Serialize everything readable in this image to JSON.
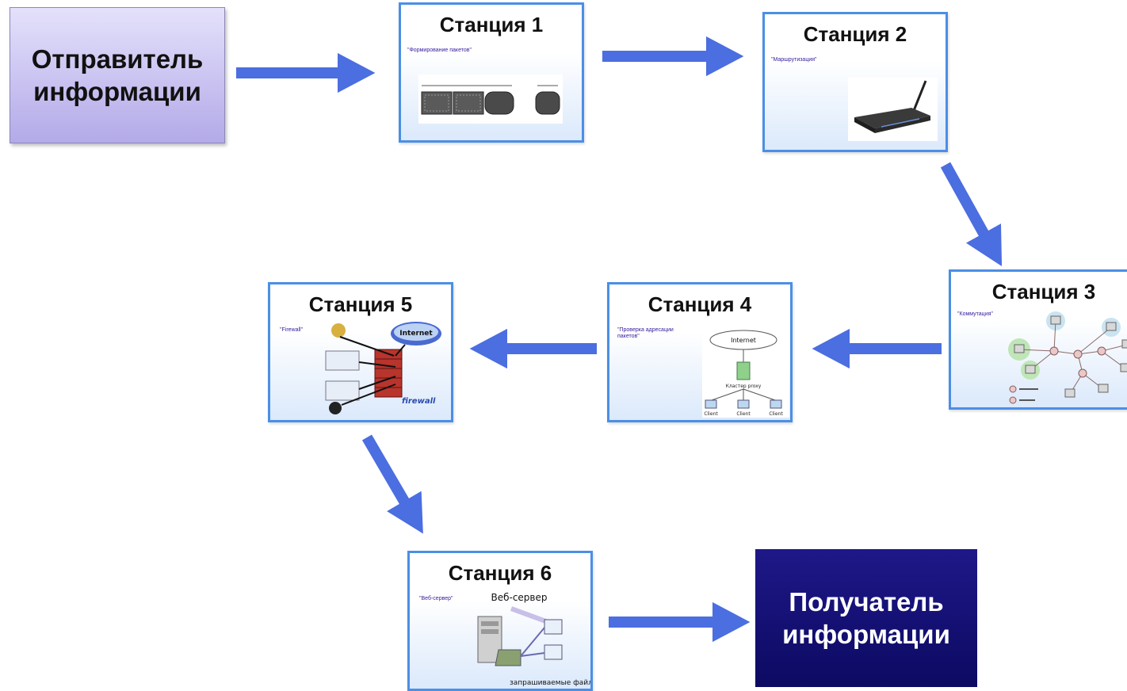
{
  "sender": {
    "label": "Отправитель информации"
  },
  "receiver": {
    "label": "Получатель информации"
  },
  "stations": [
    {
      "title": "Станция 1",
      "note": "\"Формирование пакетов\""
    },
    {
      "title": "Станция 2",
      "note": "\"Маршрутизация\""
    },
    {
      "title": "Станция 3",
      "note": "\"Коммутация\""
    },
    {
      "title": "Станция 4",
      "note": "\"Проверка адресации пакетов\""
    },
    {
      "title": "Станция 5",
      "note": "\"Firewall\""
    },
    {
      "title": "Станция 6",
      "note": "\"Веб-сервер\""
    }
  ],
  "illustrations": {
    "station4": {
      "cloud": "Internet",
      "proxy": "Кластер proxy",
      "clients": [
        "Client",
        "Client",
        "Client"
      ]
    },
    "station5": {
      "cloud": "Internet",
      "wall": "firewall"
    },
    "station6": {
      "heading": "Веб-сервер",
      "footer": "запрашиваемые файлы"
    }
  },
  "colors": {
    "arrow": "#4b6ee0",
    "station_border": "#4b8fe6",
    "receiver": "#14107a"
  }
}
